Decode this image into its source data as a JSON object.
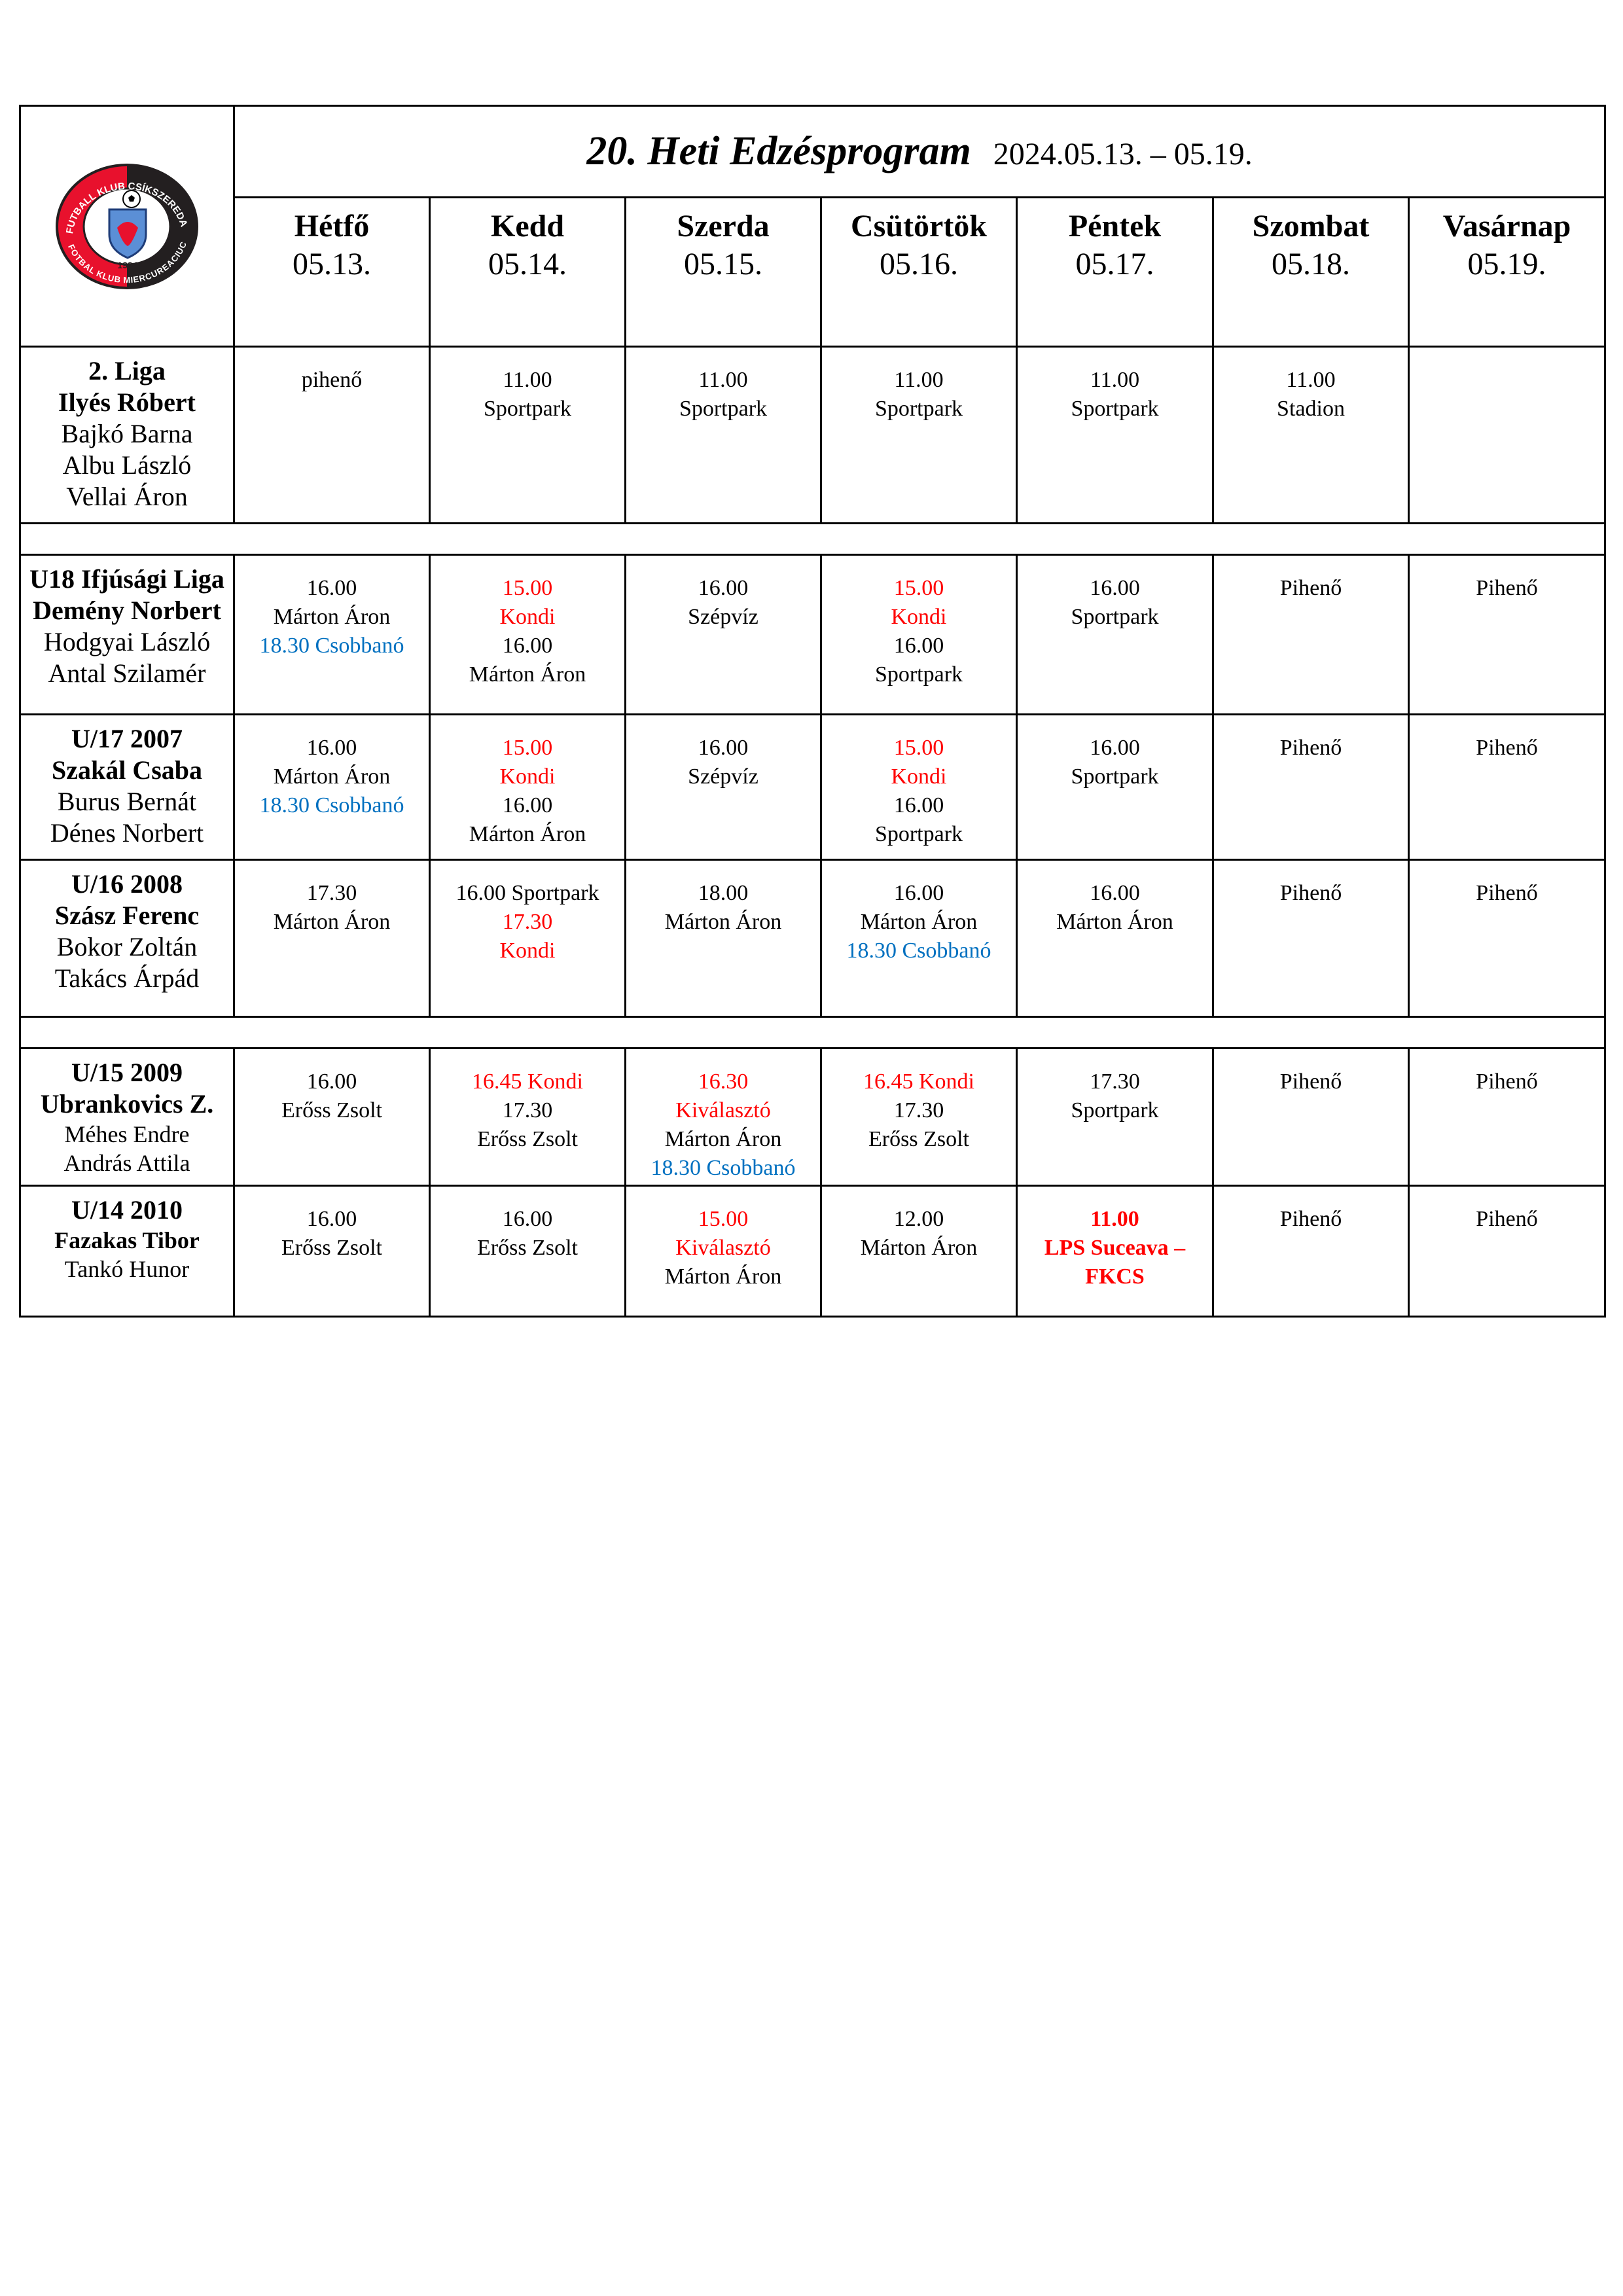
{
  "header": {
    "title": "20. Heti Edzésprogram",
    "date_range": "2024.05.13. – 05.19."
  },
  "logo": {
    "top_text": "FUTBALL KLUB CSÍKSZEREDA",
    "bottom_text": "FOTBAL KLUB MIERCUREACIUC",
    "year": "1994",
    "colors": {
      "red": "#e8112d",
      "black": "#231f20",
      "shield": "#5b8fd6"
    }
  },
  "days": [
    {
      "name": "Hétfő",
      "date": "05.13."
    },
    {
      "name": "Kedd",
      "date": "05.14."
    },
    {
      "name": "Szerda",
      "date": "05.15."
    },
    {
      "name": "Csütörtök",
      "date": "05.16."
    },
    {
      "name": "Péntek",
      "date": "05.17."
    },
    {
      "name": "Szombat",
      "date": "05.18."
    },
    {
      "name": "Vasárnap",
      "date": "05.19."
    }
  ],
  "colors": {
    "red": "#ff0000",
    "blue": "#0070c0"
  },
  "rows": [
    {
      "team": [
        {
          "t": "2. Liga",
          "s": "b"
        },
        {
          "t": "Ilyés Róbert",
          "s": "b"
        },
        {
          "t": "Bajkó Barna",
          "s": ""
        },
        {
          "t": "Albu László",
          "s": ""
        },
        {
          "t": "Vellai Áron",
          "s": ""
        }
      ],
      "cells": [
        [
          {
            "t": "pihenő"
          }
        ],
        [
          {
            "t": "11.00"
          },
          {
            "t": "Sportpark"
          }
        ],
        [
          {
            "t": "11.00"
          },
          {
            "t": "Sportpark"
          }
        ],
        [
          {
            "t": "11.00"
          },
          {
            "t": "Sportpark"
          }
        ],
        [
          {
            "t": "11.00"
          },
          {
            "t": "Sportpark"
          }
        ],
        [
          {
            "t": "11.00"
          },
          {
            "t": "Stadion"
          }
        ],
        []
      ]
    },
    {
      "team": [
        {
          "t": "U18 Ifjúsági Liga",
          "s": "b"
        },
        {
          "t": "Demény Norbert",
          "s": "b"
        },
        {
          "t": "Hodgyai László",
          "s": ""
        },
        {
          "t": "Antal Szilamér",
          "s": ""
        }
      ],
      "cells": [
        [
          {
            "t": "16.00"
          },
          {
            "t": "Márton Áron"
          },
          {
            "t": "18.30 Csobbanó",
            "c": "blue"
          }
        ],
        [
          {
            "t": "15.00",
            "c": "red"
          },
          {
            "t": "Kondi",
            "c": "red"
          },
          {
            "t": "16.00"
          },
          {
            "t": "Márton Áron"
          }
        ],
        [
          {
            "t": "16.00"
          },
          {
            "t": "Szépvíz"
          }
        ],
        [
          {
            "t": "15.00",
            "c": "red"
          },
          {
            "t": "Kondi",
            "c": "red"
          },
          {
            "t": "16.00"
          },
          {
            "t": "Sportpark"
          }
        ],
        [
          {
            "t": "16.00"
          },
          {
            "t": "Sportpark"
          }
        ],
        [
          {
            "t": "Pihenő"
          }
        ],
        [
          {
            "t": "Pihenő"
          }
        ]
      ]
    },
    {
      "team": [
        {
          "t": "U/17 2007",
          "s": "b"
        },
        {
          "t": "Szakál Csaba",
          "s": "b"
        },
        {
          "t": "Burus Bernát",
          "s": ""
        },
        {
          "t": "Dénes Norbert",
          "s": ""
        }
      ],
      "cells": [
        [
          {
            "t": "16.00"
          },
          {
            "t": "Márton Áron"
          },
          {
            "t": "18.30 Csobbanó",
            "c": "blue"
          }
        ],
        [
          {
            "t": "15.00",
            "c": "red"
          },
          {
            "t": "Kondi",
            "c": "red"
          },
          {
            "t": "16.00"
          },
          {
            "t": "Márton Áron"
          }
        ],
        [
          {
            "t": "16.00"
          },
          {
            "t": "Szépvíz"
          }
        ],
        [
          {
            "t": "15.00",
            "c": "red"
          },
          {
            "t": "Kondi",
            "c": "red"
          },
          {
            "t": "16.00"
          },
          {
            "t": "Sportpark"
          }
        ],
        [
          {
            "t": "16.00"
          },
          {
            "t": "Sportpark"
          }
        ],
        [
          {
            "t": "Pihenő"
          }
        ],
        [
          {
            "t": "Pihenő"
          }
        ]
      ]
    },
    {
      "team": [
        {
          "t": "U/16 2008",
          "s": "b"
        },
        {
          "t": "Szász Ferenc",
          "s": "b"
        },
        {
          "t": "Bokor Zoltán",
          "s": ""
        },
        {
          "t": "Takács Árpád",
          "s": ""
        }
      ],
      "cells": [
        [
          {
            "t": "17.30"
          },
          {
            "t": "Márton Áron"
          }
        ],
        [
          {
            "t": "16.00 Sportpark"
          },
          {
            "t": "17.30",
            "c": "red"
          },
          {
            "t": "Kondi",
            "c": "red"
          }
        ],
        [
          {
            "t": "18.00"
          },
          {
            "t": "Márton Áron"
          }
        ],
        [
          {
            "t": "16.00"
          },
          {
            "t": "Márton Áron"
          },
          {
            "t": "18.30 Csobbanó",
            "c": "blue"
          }
        ],
        [
          {
            "t": "16.00"
          },
          {
            "t": "Márton Áron"
          }
        ],
        [
          {
            "t": "Pihenő"
          }
        ],
        [
          {
            "t": "Pihenő"
          }
        ]
      ]
    },
    {
      "team": [
        {
          "t": "U/15 2009",
          "s": "b"
        },
        {
          "t": "Ubrankovics Z.",
          "s": "b"
        },
        {
          "t": "Méhes Endre",
          "s": "sm"
        },
        {
          "t": "András Attila",
          "s": "sm"
        }
      ],
      "cells": [
        [
          {
            "t": "16.00"
          },
          {
            "t": "Erőss Zsolt"
          }
        ],
        [
          {
            "t": "16.45 Kondi",
            "c": "red"
          },
          {
            "t": "17.30"
          },
          {
            "t": "Erőss Zsolt"
          }
        ],
        [
          {
            "t": "16.30",
            "c": "red"
          },
          {
            "t": "Kiválasztó",
            "c": "red"
          },
          {
            "t": "Márton Áron"
          },
          {
            "t": "18.30 Csobbanó",
            "c": "blue"
          }
        ],
        [
          {
            "t": "16.45 Kondi",
            "c": "red"
          },
          {
            "t": "17.30"
          },
          {
            "t": "Erőss Zsolt"
          }
        ],
        [
          {
            "t": "17.30"
          },
          {
            "t": "Sportpark"
          }
        ],
        [
          {
            "t": "Pihenő"
          }
        ],
        [
          {
            "t": "Pihenő"
          }
        ]
      ]
    },
    {
      "team": [
        {
          "t": "U/14 2010",
          "s": "b"
        },
        {
          "t": "Fazakas Tibor",
          "s": "b sm"
        },
        {
          "t": "Tankó Hunor",
          "s": "sm"
        }
      ],
      "cells": [
        [
          {
            "t": "16.00"
          },
          {
            "t": "Erőss Zsolt"
          }
        ],
        [
          {
            "t": "16.00"
          },
          {
            "t": "Erőss Zsolt"
          }
        ],
        [
          {
            "t": "15.00",
            "c": "red"
          },
          {
            "t": "Kiválasztó",
            "c": "red"
          },
          {
            "t": "Márton Áron"
          }
        ],
        [
          {
            "t": "12.00"
          },
          {
            "t": "Márton Áron"
          }
        ],
        [
          {
            "t": "11.00",
            "c": "red",
            "b": true
          },
          {
            "t": "LPS Suceava –",
            "c": "red",
            "b": true
          },
          {
            "t": "FKCS",
            "c": "red",
            "b": true
          }
        ],
        [
          {
            "t": "Pihenő"
          }
        ],
        [
          {
            "t": "Pihenő"
          }
        ]
      ]
    }
  ]
}
